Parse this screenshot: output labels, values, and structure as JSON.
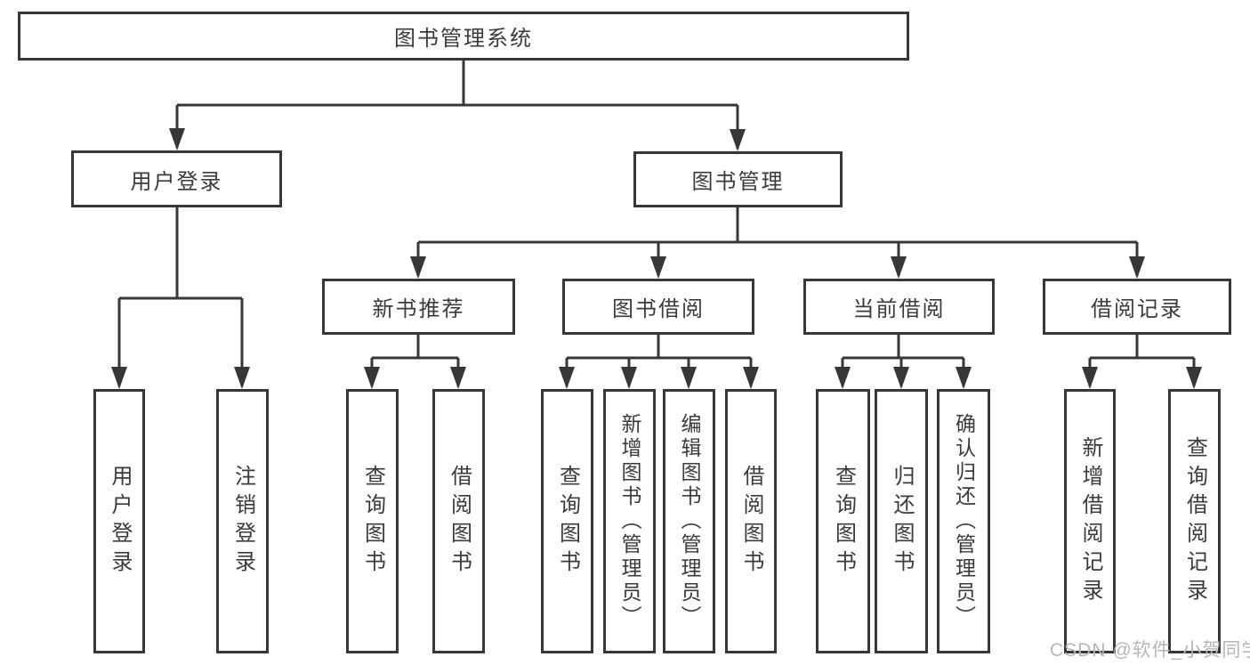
{
  "tree": {
    "label": "图书管理系统",
    "children": [
      {
        "label": "用户登录",
        "children": [
          {
            "label": "用户登录"
          },
          {
            "label": "注销登录"
          }
        ]
      },
      {
        "label": "图书管理",
        "children": [
          {
            "label": "新书推荐",
            "children": [
              {
                "label": "查询图书"
              },
              {
                "label": "借阅图书"
              }
            ]
          },
          {
            "label": "图书借阅",
            "children": [
              {
                "label": "查询图书"
              },
              {
                "label": "新增图书（管理员）"
              },
              {
                "label": "编辑图书（管理员）"
              },
              {
                "label": "借阅图书"
              }
            ]
          },
          {
            "label": "当前借阅",
            "children": [
              {
                "label": "查询图书"
              },
              {
                "label": "归还图书"
              },
              {
                "label": "确认归还（管理员）"
              }
            ]
          },
          {
            "label": "借阅记录",
            "children": [
              {
                "label": "新增借阅记录"
              },
              {
                "label": "查询借阅记录"
              }
            ]
          }
        ]
      }
    ]
  },
  "watermark": {
    "text": "CSDN @软件_小贺同学"
  },
  "colors": {
    "line": "#373737",
    "box_border": "#373737",
    "text": "#3b3b3b",
    "background": "#ffffff",
    "watermark": "#b6b6b6"
  }
}
